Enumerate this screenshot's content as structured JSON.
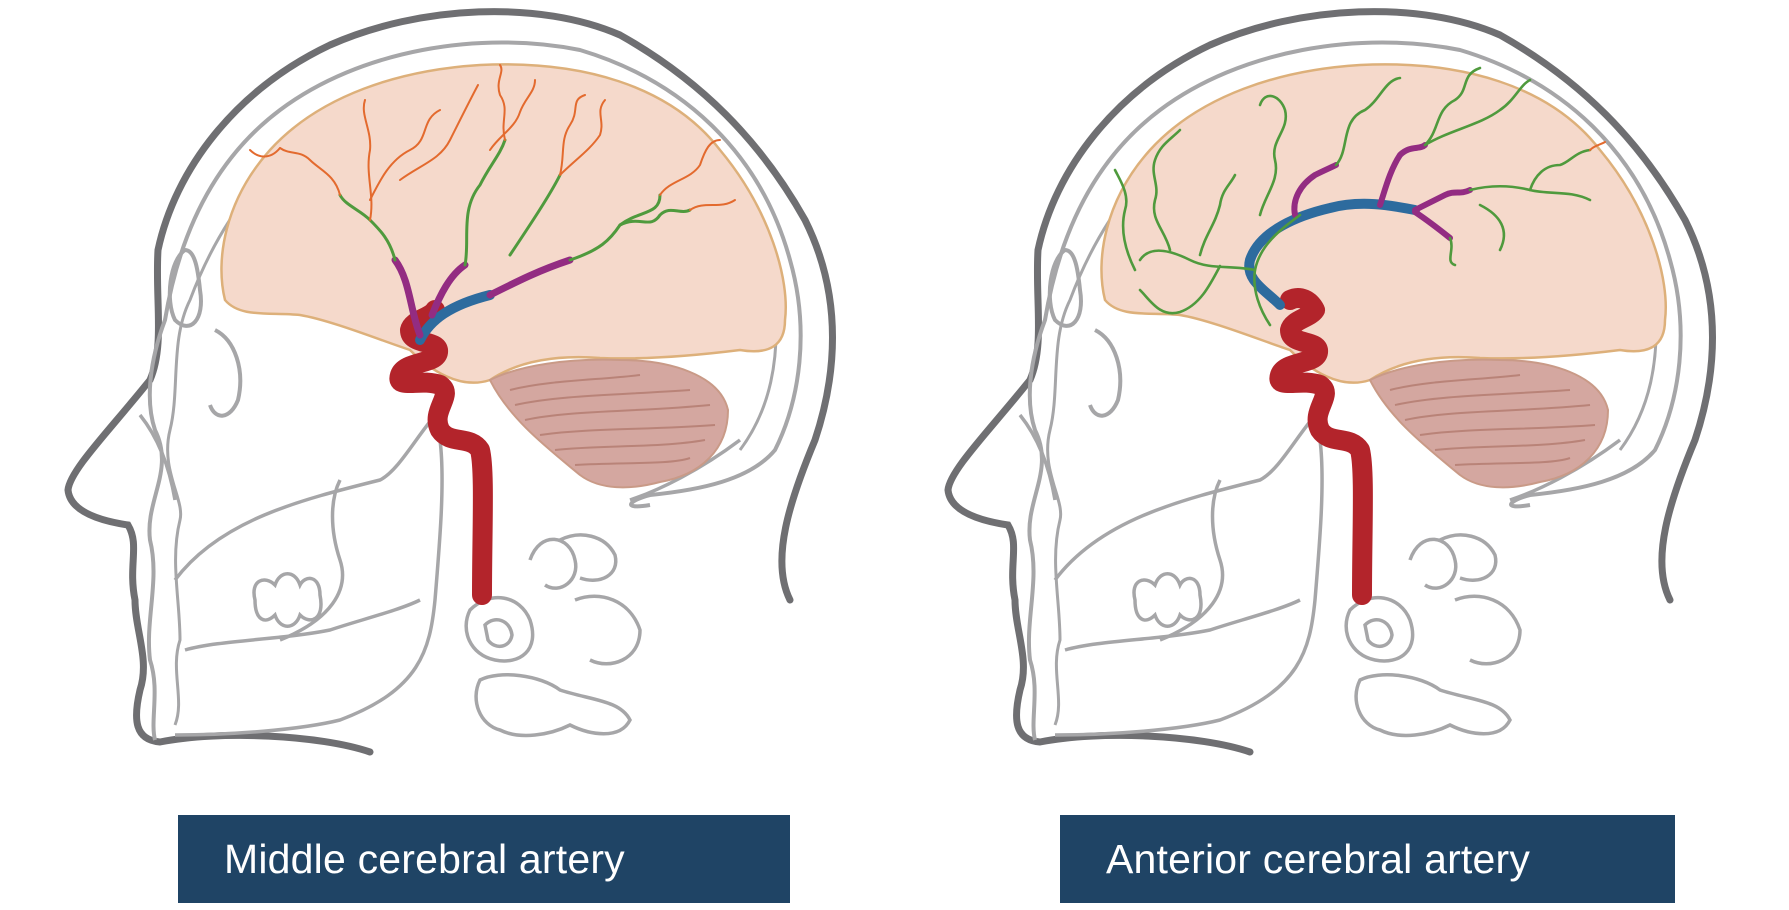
{
  "panels": [
    {
      "id": "mca",
      "caption": "Middle cerebral artery"
    },
    {
      "id": "aca",
      "caption": "Anterior cerebral artery"
    }
  ],
  "colors": {
    "outline": "#6f6f72",
    "skull_line": "#a6a6a8",
    "brain_fill": "#f5d9cb",
    "brain_edge": "#ddb07a",
    "cerebellum_fill": "#d4a7a0",
    "cerebellum_line": "#b98378",
    "carotid": "#b3242b",
    "main_segment": "#2d6b9e",
    "branch_purple": "#932c82",
    "branch_green": "#4f9a3d",
    "branch_orange": "#e36a2e",
    "caption_bg": "#1f4465",
    "caption_text": "#ffffff"
  },
  "icons": [
    "head-profile-illustration",
    "artery-illustration"
  ]
}
